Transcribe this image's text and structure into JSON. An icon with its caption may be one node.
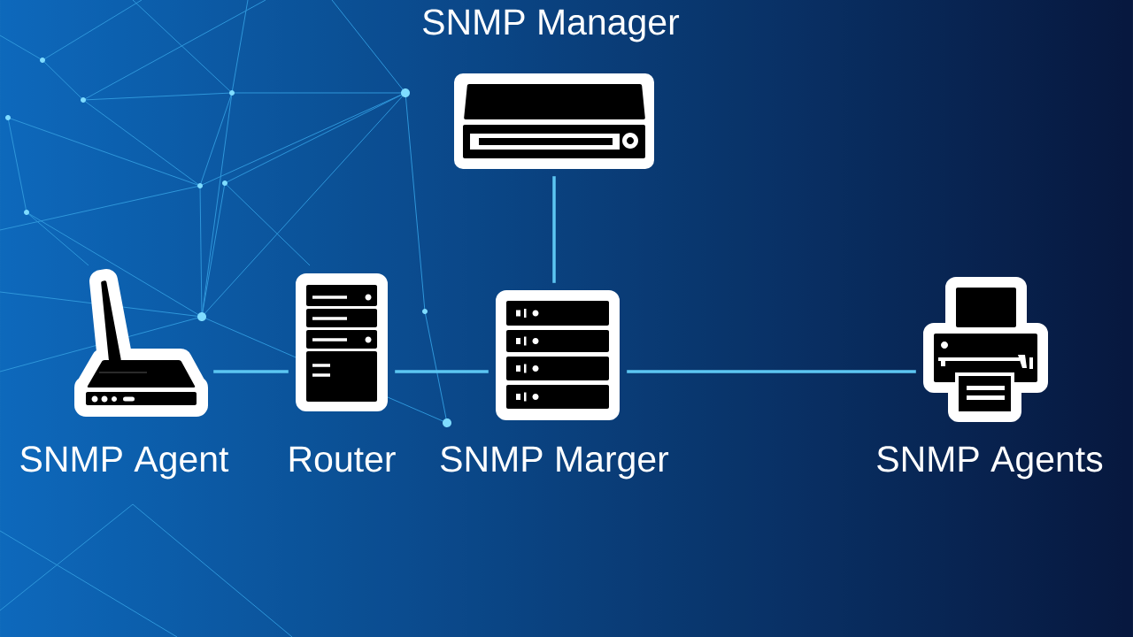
{
  "diagram": {
    "nodes": [
      {
        "text": [
          "SNMP Manager"
        ]
      },
      {
        "text": [
          "SNMP Agent"
        ]
      },
      {
        "text": [
          "Router"
        ]
      },
      {
        "text": [
          "SNMP Marger"
        ]
      },
      {
        "text": [
          "SNMP Agents"
        ]
      }
    ],
    "edges": [
      {
        "from": 1,
        "to": 2,
        "arrow": "none"
      },
      {
        "from": 2,
        "to": 3,
        "arrow": "none"
      },
      {
        "from": 0,
        "to": 3,
        "arrow": "none"
      },
      {
        "from": 3,
        "to": 4,
        "arrow": "none"
      }
    ]
  }
}
